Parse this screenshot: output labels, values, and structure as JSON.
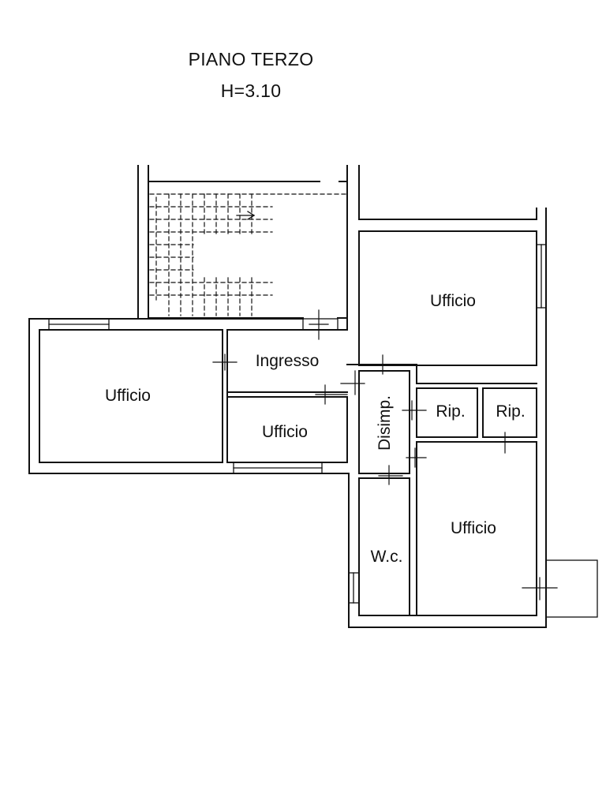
{
  "title": {
    "floor": "PIANO TERZO",
    "height": "H=3.10"
  },
  "rooms": [
    {
      "id": "ufficio-west",
      "label": "Ufficio"
    },
    {
      "id": "ingresso",
      "label": "Ingresso"
    },
    {
      "id": "ufficio-small",
      "label": "Ufficio"
    },
    {
      "id": "disimpegno",
      "label": "Disimp."
    },
    {
      "id": "ufficio-north-east",
      "label": "Ufficio"
    },
    {
      "id": "ripostiglio-1",
      "label": "Rip."
    },
    {
      "id": "ripostiglio-2",
      "label": "Rip."
    },
    {
      "id": "wc",
      "label": "W.c."
    },
    {
      "id": "ufficio-south-east",
      "label": "Ufficio"
    }
  ],
  "colors": {
    "wall": "#111111",
    "background": "#ffffff"
  }
}
